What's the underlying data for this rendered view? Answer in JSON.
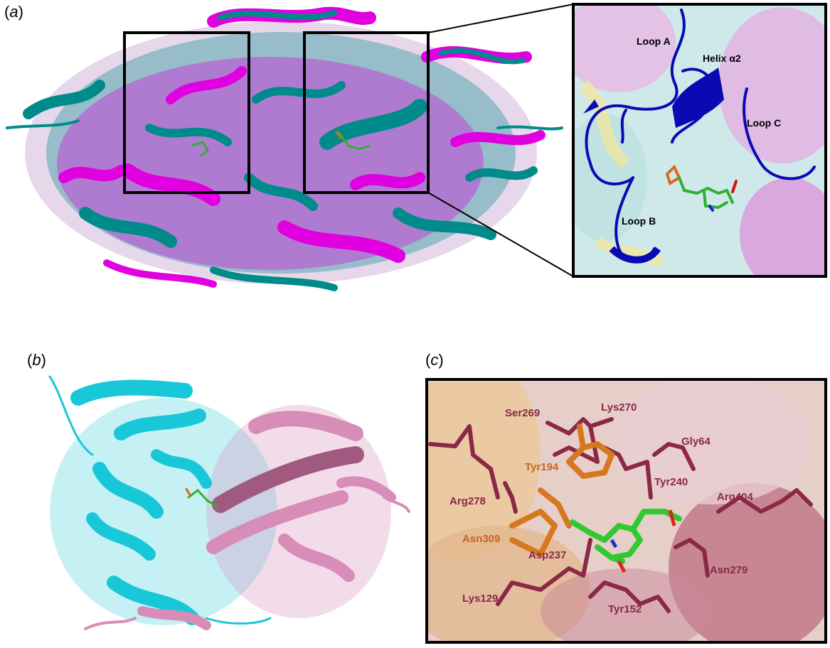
{
  "panels": {
    "a": {
      "open": "(",
      "letter": "a",
      "close": ")"
    },
    "b": {
      "open": "(",
      "letter": "b",
      "close": ")"
    },
    "c": {
      "open": "(",
      "letter": "c",
      "close": ")"
    }
  },
  "inset_labels": {
    "loop_a": "Loop A",
    "helix_a2": "Helix α2",
    "loop_c": "Loop C",
    "loop_b": "Loop B"
  },
  "residues": {
    "ser269": "Ser269",
    "lys270": "Lys270",
    "gly64": "Gly64",
    "tyr194": "Tyr194",
    "tyr240": "Tyr240",
    "arg278": "Arg278",
    "arg404": "Arg404",
    "asn309": "Asn309",
    "asp237": "Asp237",
    "asn279": "Asn279",
    "lys129": "Lys129",
    "tyr152": "Tyr152"
  },
  "colors": {
    "structure_1": "#008b8b",
    "structure_2": "#e000e0",
    "loops": "#0a0ab4",
    "chain_a": "#19c8d8",
    "chain_b": "#d88cb8",
    "residue_maroon": "#8b2846",
    "residue_orange": "#c8641e",
    "ligand": "#32c832"
  }
}
